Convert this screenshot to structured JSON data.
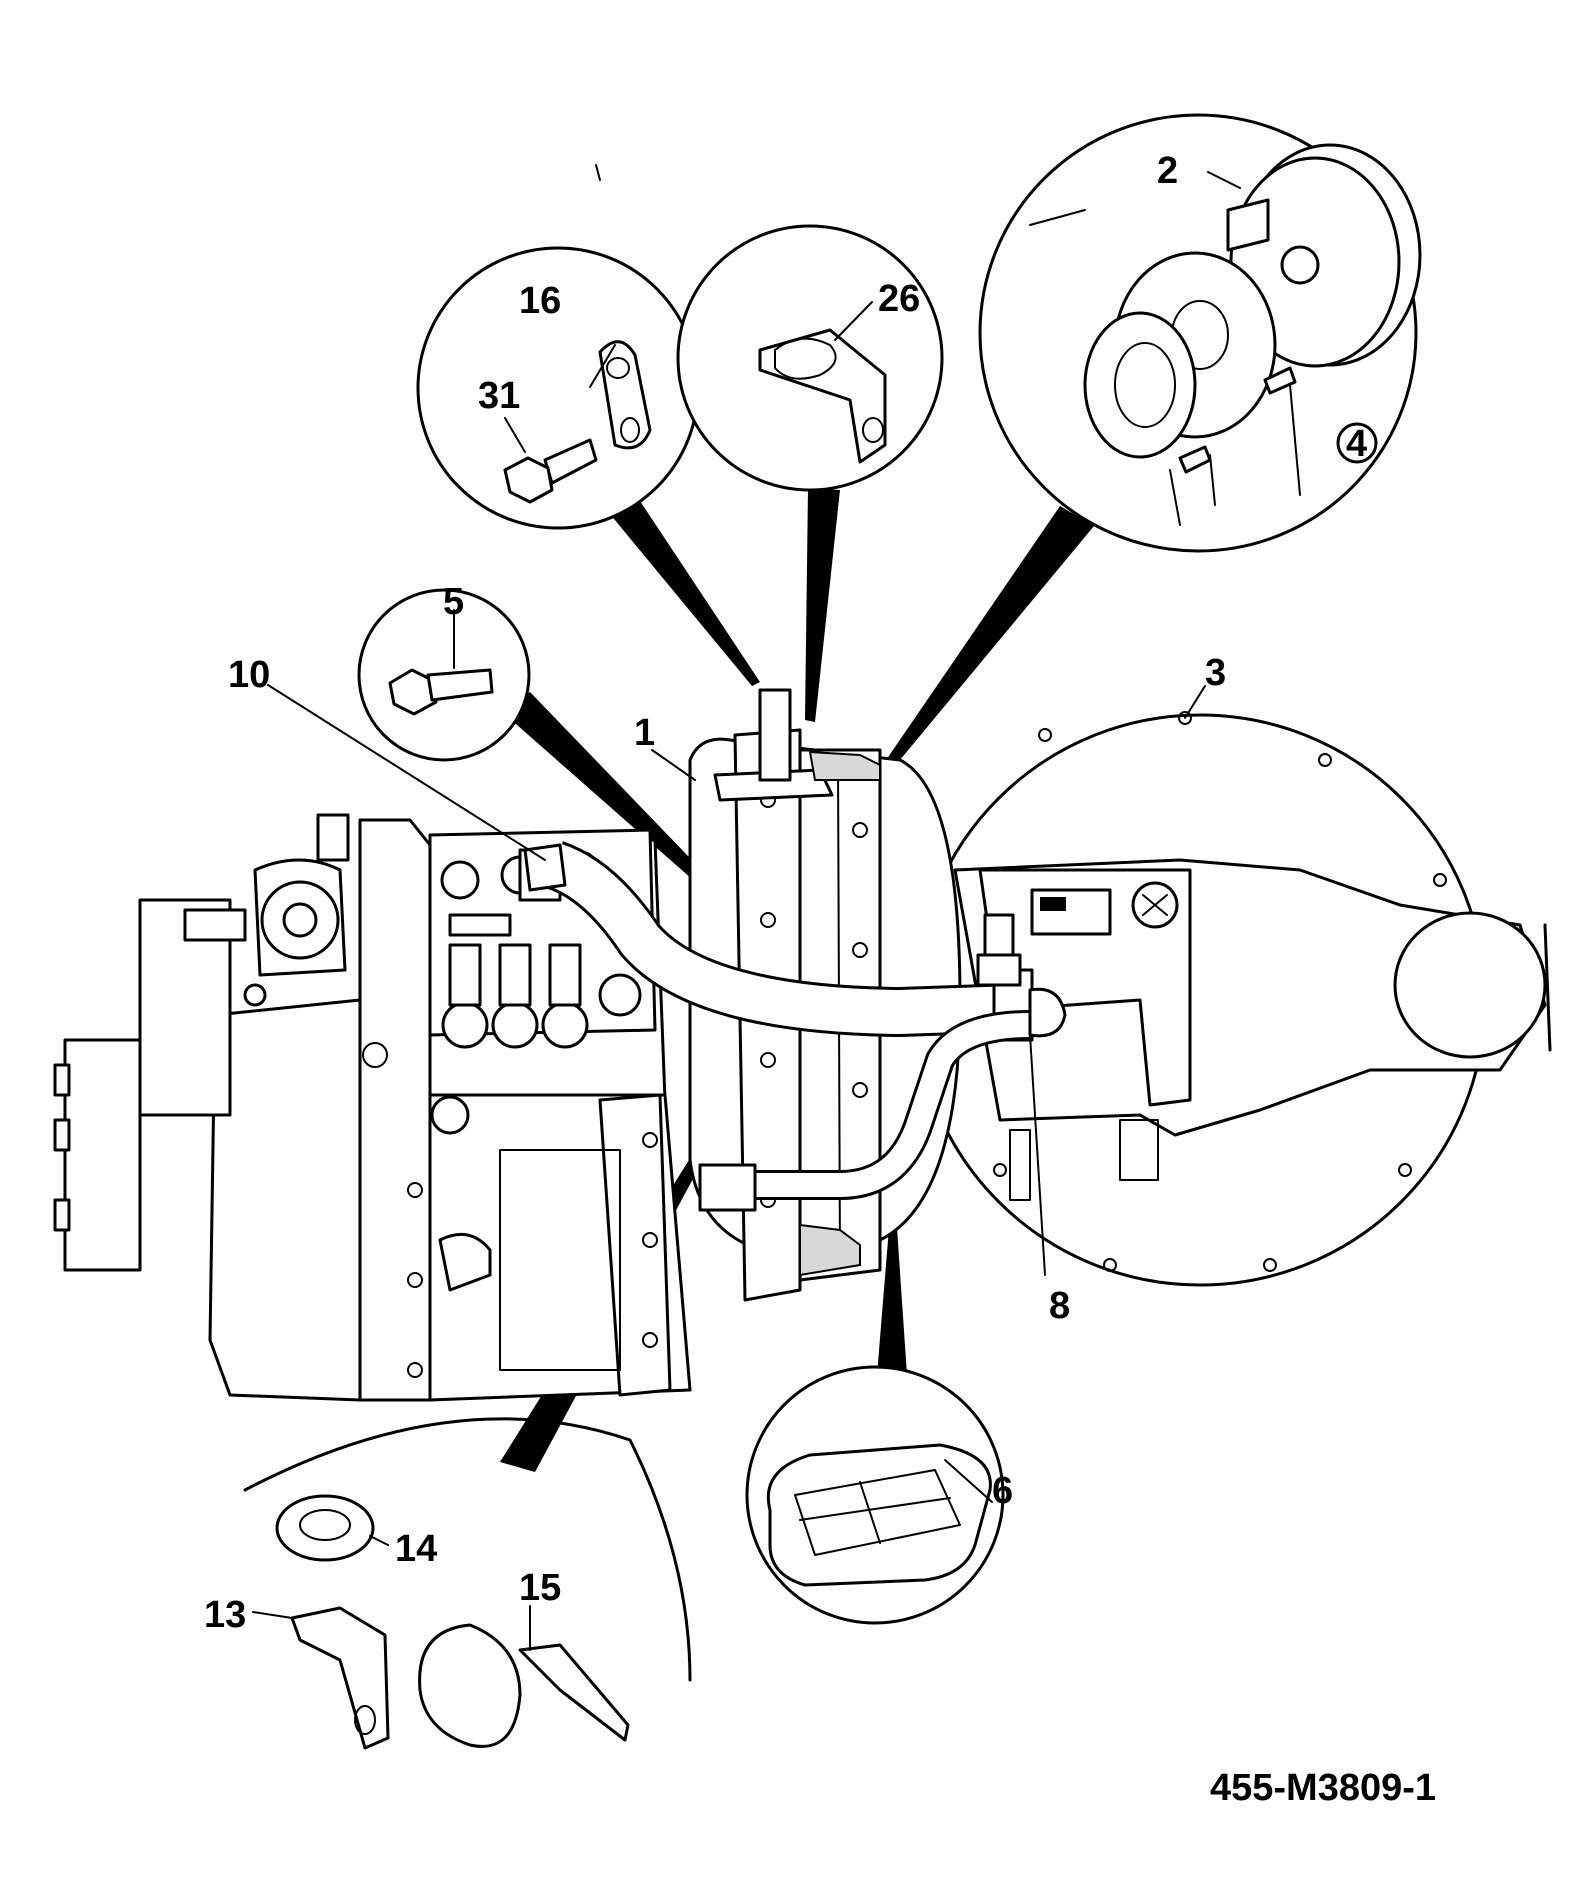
{
  "drawing_id": "455-M3809-1",
  "callouts": {
    "c1": "1",
    "c2": "2",
    "c3": "3",
    "c4": "4",
    "c5": "5",
    "c6": "6",
    "c8": "8",
    "c10": "10",
    "c13": "13",
    "c14": "14",
    "c15": "15",
    "c16": "16",
    "c26": "26",
    "c31": "31"
  }
}
